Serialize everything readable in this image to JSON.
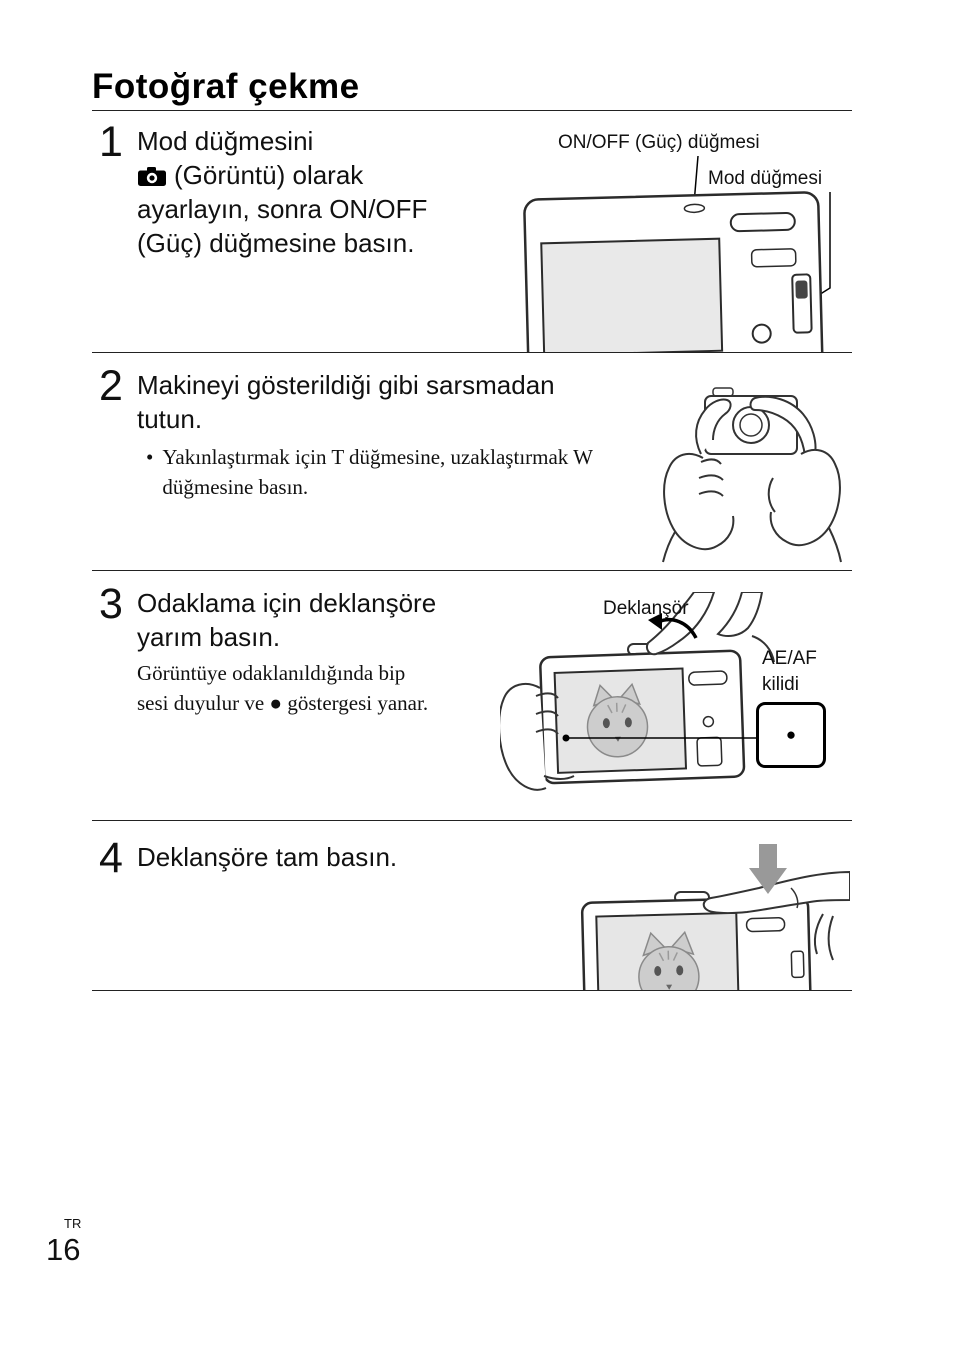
{
  "page": {
    "title": "Fotoğraf çekme"
  },
  "steps": {
    "s1": {
      "num": "1",
      "l1": "Mod düğmesini",
      "l2": "(Görüntü) olarak",
      "l3": "ayarlayın, sonra ON/OFF",
      "l4": "(Güç) düğmesine basın.",
      "label_onoff": "ON/OFF (Güç) düğmesi",
      "label_mode": "Mod düğmesi"
    },
    "s2": {
      "num": "2",
      "l1": "Makineyi gösterildiği gibi sarsmadan",
      "l2": "tutun.",
      "bullet": "•",
      "b1": "Yakınlaştırmak için T düğmesine, uzaklaştırmak W",
      "b2": "düğmesine basın."
    },
    "s3": {
      "num": "3",
      "l1": "Odaklama için deklanşöre",
      "l2": "yarım basın.",
      "sub1": "Görüntüye odaklanıldığında bip",
      "sub2": "sesi duyulur ve ● göstergesi yanar.",
      "label_shutter": "Deklanşör",
      "label_aeaf1": "AE/AF",
      "label_aeaf2": "kilidi",
      "dot": "●"
    },
    "s4": {
      "num": "4",
      "text": "Deklanşöre tam basın."
    }
  },
  "footer": {
    "lang": "TR",
    "page": "16"
  }
}
